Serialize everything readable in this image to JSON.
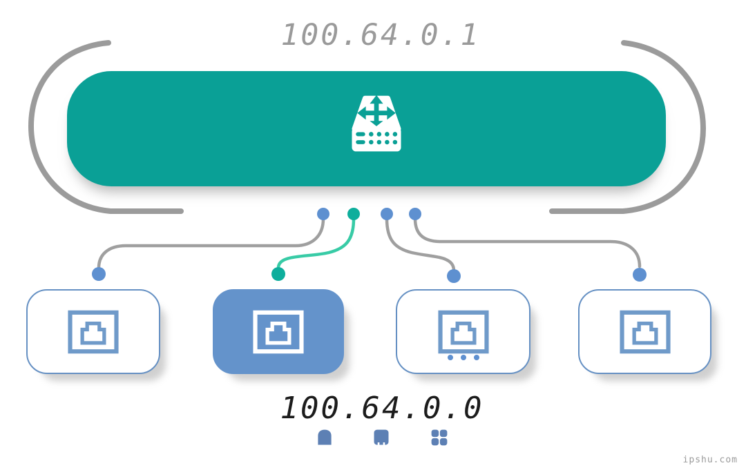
{
  "labels": {
    "gateway_ip": "100.64.0.1",
    "network_ip": "100.64.0.0",
    "watermark": "ipshu.com"
  },
  "colors": {
    "teal": "#0aa096",
    "teal-light": "#38cba6",
    "teal-dot": "#0eae9c",
    "blue-dot": "#5e90d0",
    "blue-border": "#6590c3",
    "blue-fill": "#6493cb",
    "icon-blue": "#6f9ac9",
    "arc-gray": "#9b9b9b",
    "line-gray": "#9f9f9f",
    "title-gray": "#9a9a9a",
    "text-dark": "#1c1c1c",
    "mini-icon-blue": "#5d80b4",
    "watermark-gray": "#9a9a9a"
  },
  "nodes": {
    "gateway": {
      "icon": "switch-icon",
      "shape": "teal-pill"
    },
    "ports": [
      {
        "name": "port-1",
        "icon": "ethernet-port-icon",
        "highlighted": false,
        "ellipsis": false,
        "wire_color": "gray"
      },
      {
        "name": "port-2",
        "icon": "ethernet-port-icon",
        "highlighted": true,
        "ellipsis": false,
        "wire_color": "teal"
      },
      {
        "name": "port-3",
        "icon": "ethernet-port-icon",
        "highlighted": false,
        "ellipsis": true,
        "wire_color": "gray"
      },
      {
        "name": "port-4",
        "icon": "ethernet-port-icon",
        "highlighted": false,
        "ellipsis": false,
        "wire_color": "gray"
      }
    ],
    "bottom_icons": [
      "device-icon",
      "device-icon",
      "apps-grid-icon"
    ]
  }
}
